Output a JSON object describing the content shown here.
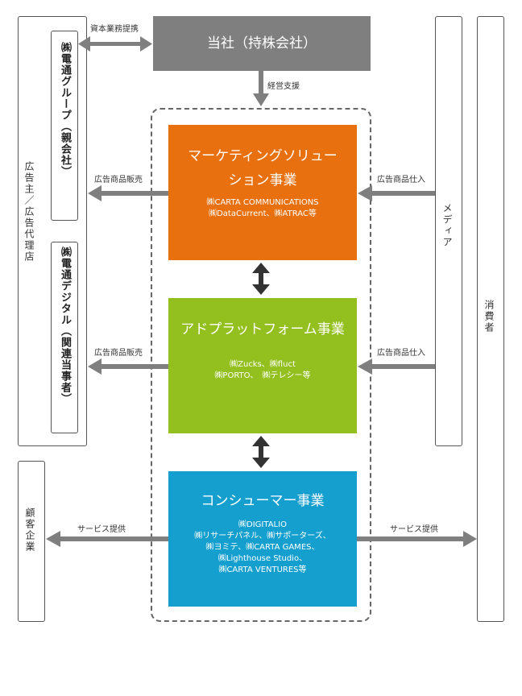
{
  "advertiser_box": {
    "label": "広告主／広告代理店"
  },
  "dentsu_group": {
    "label": "㈱電通グループ（親会社）"
  },
  "dentsu_digital": {
    "label": "㈱電通デジタル（関連当事者）"
  },
  "client_box": {
    "label": "顧客企業"
  },
  "holding": {
    "label": "当社（持株会社）"
  },
  "media_box": {
    "label": "メディア"
  },
  "consumer_box": {
    "label": "消費者"
  },
  "labels": {
    "capital_alliance": "資本業務提携",
    "management_support": "経営支援",
    "ad_sales_1": "広告商品販売",
    "ad_sales_2": "広告商品販売",
    "ad_purchase_1": "広告商品仕入",
    "ad_purchase_2": "広告商品仕入",
    "service_left": "サービス提供",
    "service_right": "サービス提供"
  },
  "segments": {
    "marketing": {
      "title_line1": "マーケティングソリュー",
      "title_line2": "ション事業",
      "companies_line1": "㈱CARTA COMMUNICATIONS",
      "companies_line2": "㈱DataCurrent、㈱ATRAC等",
      "color": "#e8700e"
    },
    "adplatform": {
      "title": "アドプラットフォーム事業",
      "companies_line1": "㈱Zucks、㈱fluct",
      "companies_line2": "㈱PORTO、　㈱テレシー等",
      "color": "#93c01f"
    },
    "consumer": {
      "title": "コンシューマー事業",
      "companies_line1": "㈱DIGITALIO",
      "companies_line2": "㈱リサーチパネル、㈱サポーターズ、",
      "companies_line3": "㈱ヨミテ、㈱CARTA GAMES、",
      "companies_line4": "㈱Lighthouse Studio、",
      "companies_line5": "㈱CARTA VENTURES等",
      "color": "#149fcf"
    }
  },
  "colors": {
    "arrow": "#7f7f7f",
    "dark_arrow": "#333333",
    "holding_bg": "#7f7f7f"
  }
}
